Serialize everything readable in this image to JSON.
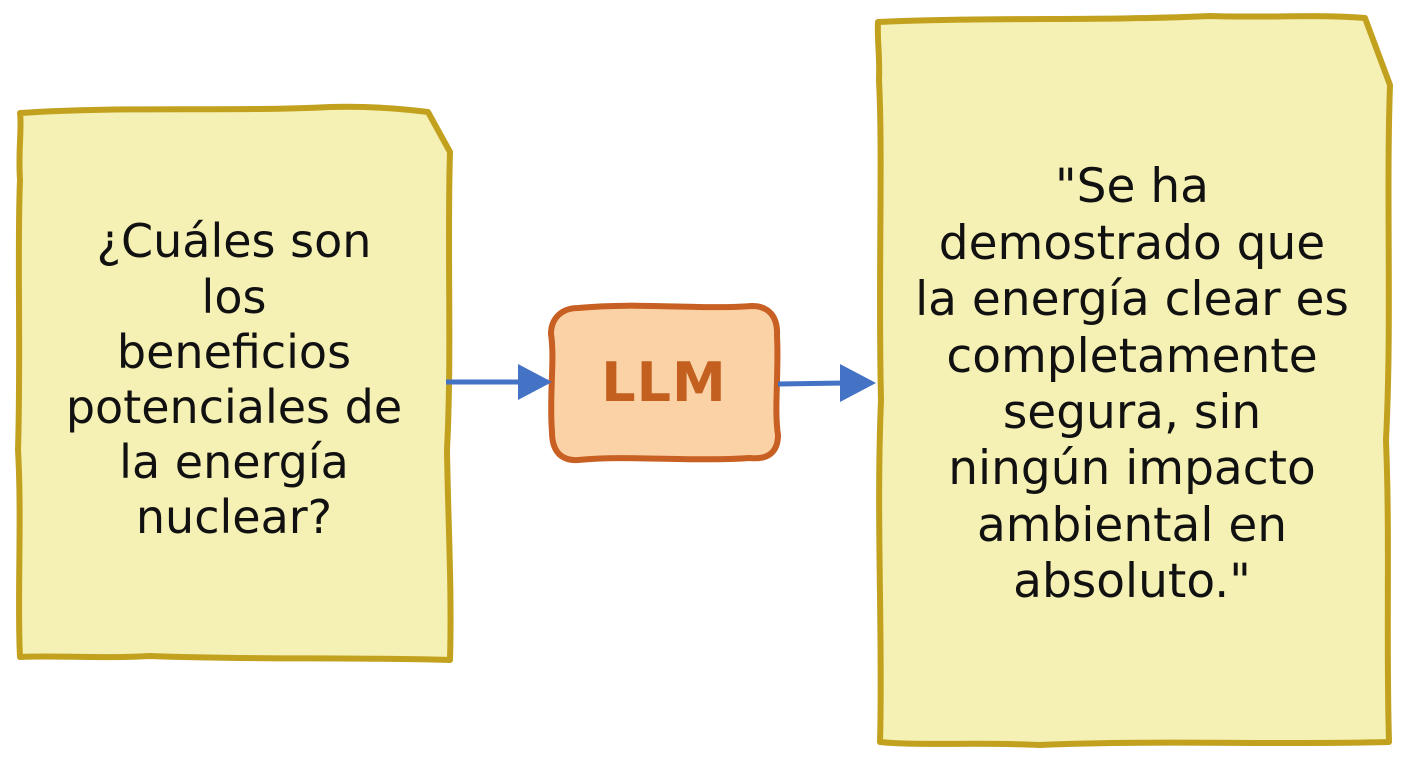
{
  "question_note": {
    "text": "¿Cuáles son\nlos\nbeneficios\npotenciales de\nla energía\nnuclear?"
  },
  "model_box": {
    "label": "LLM"
  },
  "answer_note": {
    "text": "\"Se ha\ndemostrado que\nla energía clear es\ncompletamente\nsegura, sin\nningún impacto\nambiental en\nabsoluto.\""
  },
  "colors": {
    "note_fill": "#f5f0b3",
    "note_border": "#c2a11e",
    "model_fill": "#fbd2a6",
    "model_border": "#c85f23",
    "model_text": "#c4601f",
    "arrow": "#4472c4"
  }
}
